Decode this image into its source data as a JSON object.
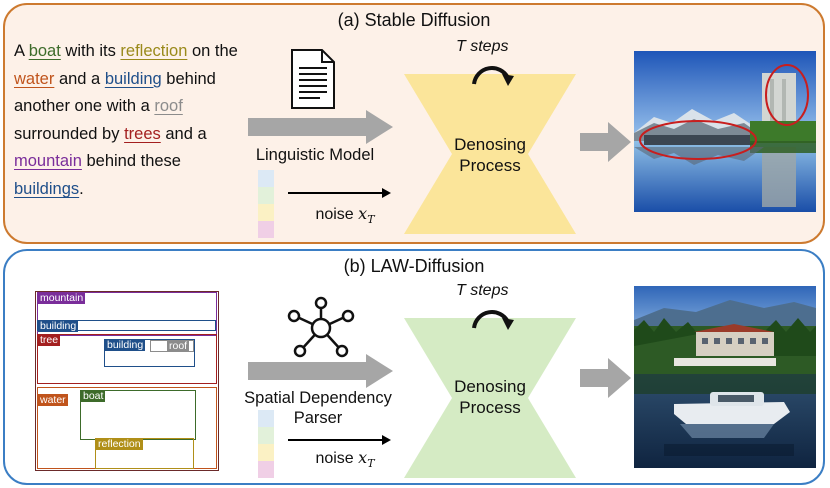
{
  "panel_a": {
    "title": "(a) Stable Diffusion",
    "prompt": [
      {
        "t": "A "
      },
      {
        "t": "boat",
        "c": "#3d6b2a"
      },
      {
        "t": " with its "
      },
      {
        "t": "reflection",
        "c": "#9a8a1a"
      },
      {
        "t": " on the "
      },
      {
        "t": "water",
        "c": "#c0541c"
      },
      {
        "t": " and a "
      },
      {
        "t": "building",
        "c": "#1f4f8a"
      },
      {
        "t": " behind another one with a "
      },
      {
        "t": "roof",
        "c": "#8c8c8c"
      },
      {
        "t": " surrounded by "
      },
      {
        "t": "trees",
        "c": "#a31f1f"
      },
      {
        "t": " and a "
      },
      {
        "t": "mountain",
        "c": "#7a2d9a"
      },
      {
        "t": " behind these "
      },
      {
        "t": "buildings",
        "c": "#1f4f8a"
      },
      {
        "t": "."
      }
    ],
    "encoder_label": "Linguistic Model",
    "noise_label": "noise ",
    "noise_var": "x",
    "noise_sub": "T",
    "steps_label": "T steps",
    "process_label_1": "Denosing",
    "process_label_2": "Process"
  },
  "panel_b": {
    "title": "(b) LAW-Diffusion",
    "layout_tags": {
      "mountain": "mountain",
      "building1": "building",
      "tree": "tree",
      "building2": "building",
      "roof": "roof",
      "water": "water",
      "boat": "boat",
      "reflection": "reflection"
    },
    "encoder_label_1": "Spatial Dependency",
    "encoder_label_2": "Parser",
    "noise_label": "noise ",
    "noise_var": "x",
    "noise_sub": "T",
    "steps_label": "T steps",
    "process_label_1": "Denosing",
    "process_label_2": "Process"
  },
  "colors": {
    "panel_a_border": "#cd7a2f",
    "panel_b_border": "#3b7ec4",
    "trapezoid_a": "#fbe59a",
    "trapezoid_b": "#d5ebc4",
    "arrow_gray": "#a6a6a6",
    "strip": [
      "#dce9f5",
      "#e2f1da",
      "#fbf1c4",
      "#f0cfe6"
    ]
  },
  "icons": {
    "document": "document-icon",
    "graph": "graph-network-icon",
    "loop": "loop-arrow-icon"
  }
}
